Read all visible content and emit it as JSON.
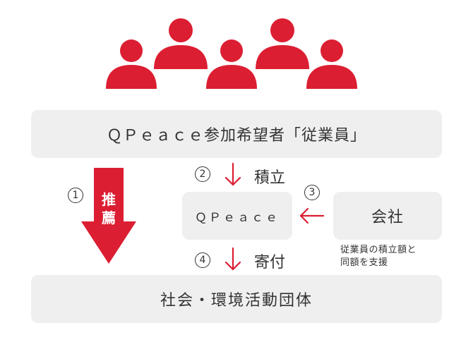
{
  "people_icon": "person-icon",
  "participants_box": {
    "label": "ＱＰｅａｃｅ参加希望者「従業員」"
  },
  "recommend": {
    "number": "1",
    "label_line1": "推",
    "label_line2": "薦"
  },
  "accumulate": {
    "number": "2",
    "label": "積立"
  },
  "qpeace_box": {
    "label": "ＱＰｅａｃｅ"
  },
  "company_support": {
    "number": "3"
  },
  "company_box": {
    "label": "会社"
  },
  "company_note": {
    "line1": "従業員の積立額と",
    "line2": "同額を支援"
  },
  "donate": {
    "number": "4",
    "label": "寄付"
  },
  "society_box": {
    "label": "社会・環境活動団体"
  },
  "colors": {
    "accent": "#dc1e32",
    "box": "#efefef",
    "text": "#333333"
  }
}
